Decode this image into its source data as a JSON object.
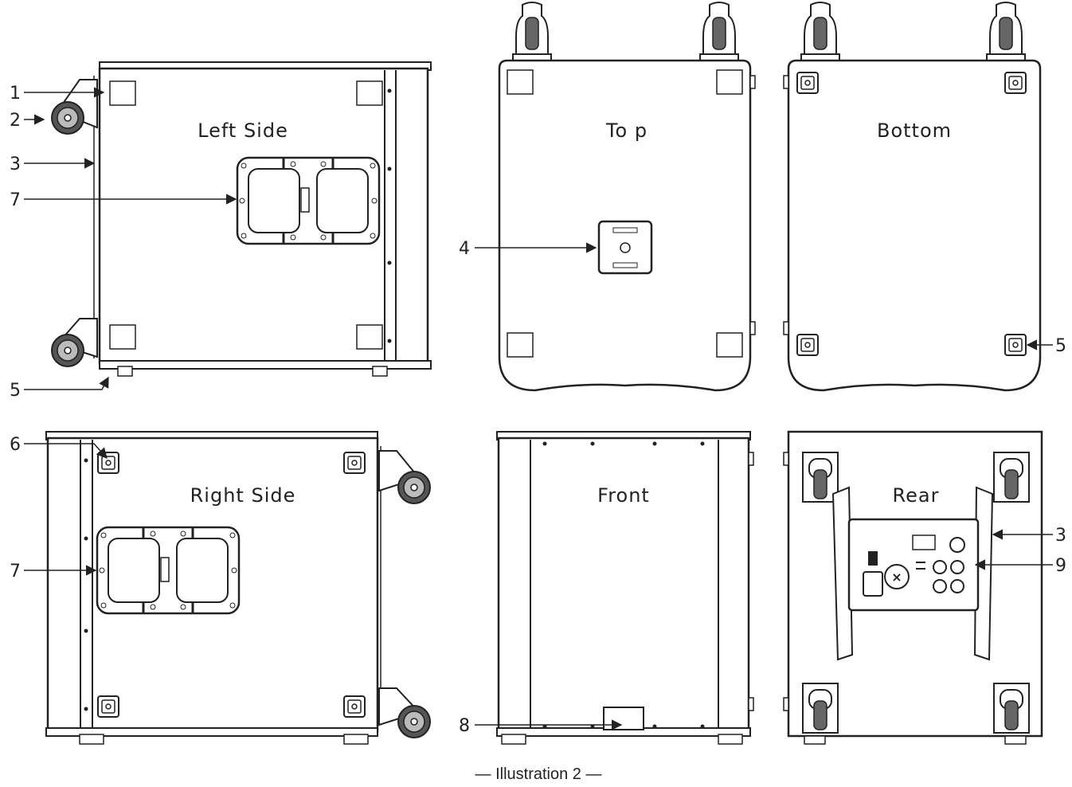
{
  "views": {
    "left_side": "Left Side",
    "top": "To p",
    "bottom": "Bottom",
    "right_side": "Right Side",
    "front": "Front",
    "rear": "Rear"
  },
  "callouts": {
    "c1": "1",
    "c2": "2",
    "c3": "3",
    "c7": "7",
    "c4": "4",
    "c5": "5",
    "c5b": "5",
    "c6": "6",
    "c7b": "7",
    "c8": "8",
    "c3b": "3",
    "c9": "9"
  },
  "caption": "— Illustration 2 —",
  "colors": {
    "line": "#222222",
    "background": "#ffffff"
  }
}
